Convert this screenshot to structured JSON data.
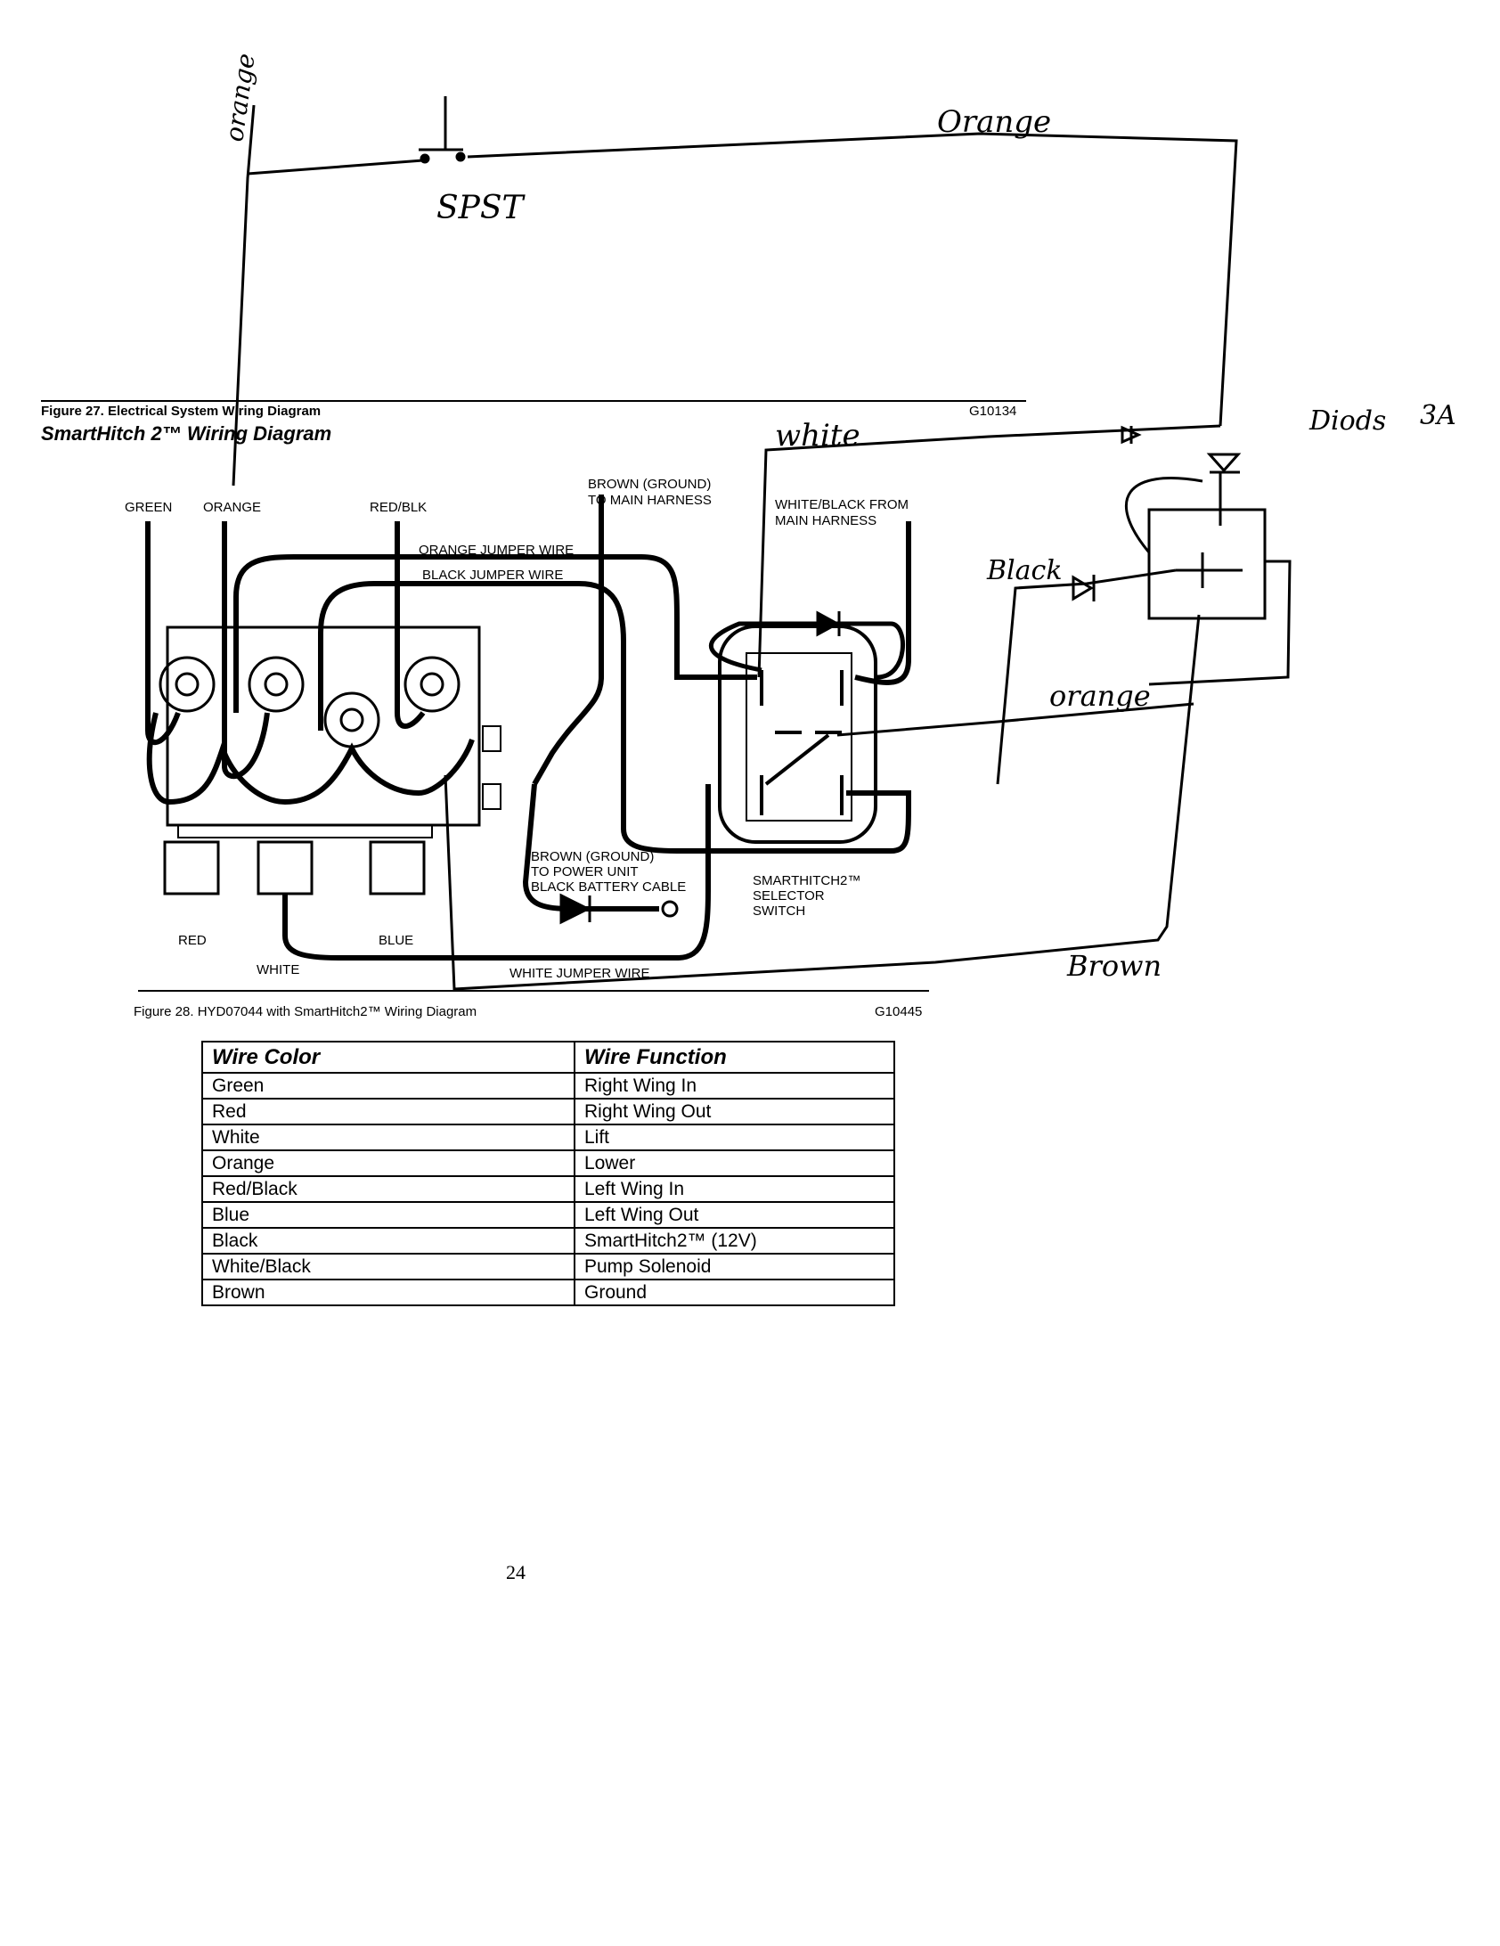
{
  "handwritten": {
    "orange_vertical": "orange",
    "orange_top": "Orange",
    "spst": "SPST",
    "white": "white",
    "diods": "Diods",
    "amp": "3A",
    "black": "Black",
    "orange_mid": "orange",
    "brown": "Brown"
  },
  "figure27": {
    "caption": "Figure 27. Electrical System Wiring Diagram",
    "title": "SmartHitch 2™ Wiring Diagram",
    "code": "G10134"
  },
  "labels": {
    "green": "GREEN",
    "orange": "ORANGE",
    "red_blk": "RED/BLK",
    "brown_ground_1": "BROWN (GROUND)",
    "brown_ground_2": "TO MAIN HARNESS",
    "white_black_1": "WHITE/BLACK FROM",
    "white_black_2": "MAIN HARNESS",
    "orange_jumper": "ORANGE JUMPER WIRE",
    "black_jumper": "BLACK JUMPER WIRE",
    "brown_power_1": "BROWN (GROUND)",
    "brown_power_2": "TO POWER UNIT",
    "brown_power_3": "BLACK BATTERY CABLE",
    "selector_1": "SMARTHITCH2™",
    "selector_2": "SELECTOR",
    "selector_3": "SWITCH",
    "red": "RED",
    "white": "WHITE",
    "blue": "BLUE",
    "white_jumper": "WHITE JUMPER WIRE"
  },
  "figure28": {
    "caption": "Figure 28. HYD07044 with SmartHitch2™ Wiring Diagram",
    "code": "G10445"
  },
  "table": {
    "headers": [
      "Wire Color",
      "Wire Function"
    ],
    "rows": [
      [
        "Green",
        "Right Wing In"
      ],
      [
        "Red",
        "Right Wing Out"
      ],
      [
        "White",
        "Lift"
      ],
      [
        "Orange",
        "Lower"
      ],
      [
        "Red/Black",
        "Left Wing In"
      ],
      [
        "Blue",
        "Left Wing Out"
      ],
      [
        "Black",
        "SmartHitch2™ (12V)"
      ],
      [
        "White/Black",
        "Pump Solenoid"
      ],
      [
        "Brown",
        "Ground"
      ]
    ]
  },
  "page_number": "24"
}
